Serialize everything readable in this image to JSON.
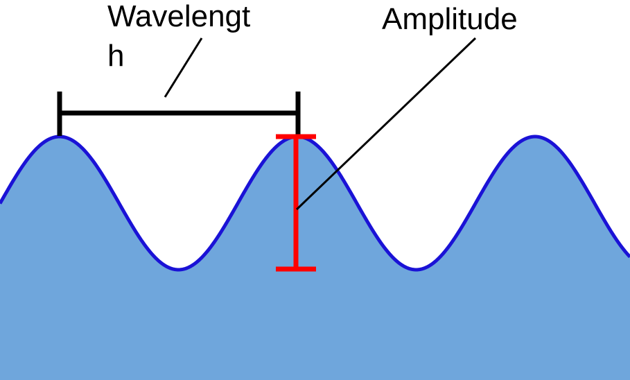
{
  "labels": {
    "wavelength_line1": "Wavelengt",
    "wavelength_line2": "h",
    "amplitude": "Amplitude"
  },
  "colors": {
    "water_fill": "#6fa6dc",
    "wave_outline": "#1a12d6",
    "wavelength_marker": "#000000",
    "amplitude_marker": "#ff0000",
    "leader_line": "#000000",
    "background": "#ffffff"
  },
  "icons": {
    "wavelength_marker": "black-bracket-between-crests",
    "amplitude_marker": "red-i-beam-crest-to-trough"
  }
}
